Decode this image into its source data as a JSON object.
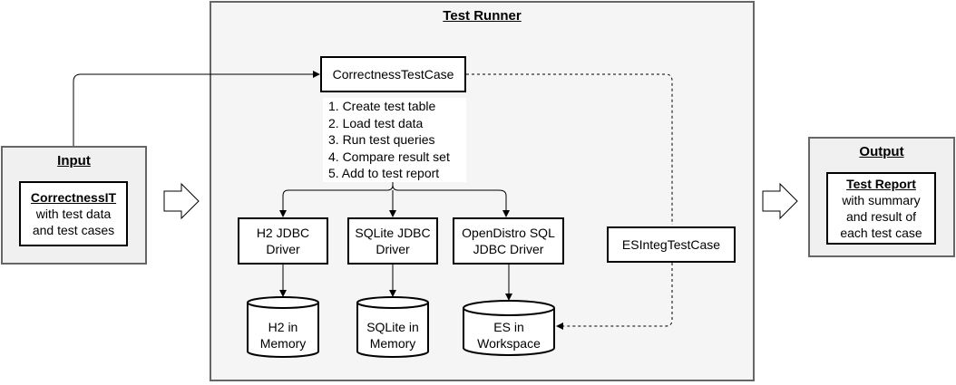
{
  "runner": {
    "title": "Test Runner"
  },
  "input": {
    "title": "Input",
    "box_title": "CorrectnessIT",
    "box_lines": [
      "with test data",
      "and test cases"
    ]
  },
  "output": {
    "title": "Output",
    "box_title": "Test Report",
    "box_lines": [
      "with summary",
      "and result of",
      "each test case"
    ]
  },
  "correctness_test_case": "CorrectnessTestCase",
  "steps": [
    "1. Create test table",
    "2. Load test data",
    "3. Run test queries",
    "4. Compare result set",
    "5. Add to test report"
  ],
  "drivers": [
    {
      "lines": [
        "H2 JDBC",
        "Driver"
      ]
    },
    {
      "lines": [
        "SQLite JDBC",
        "Driver"
      ]
    },
    {
      "lines": [
        "OpenDistro SQL",
        "JDBC Driver"
      ]
    }
  ],
  "databases": [
    {
      "lines": [
        "H2 in",
        "Memory"
      ]
    },
    {
      "lines": [
        "SQLite in",
        "Memory"
      ]
    },
    {
      "lines": [
        "ES in",
        "Workspace"
      ]
    }
  ],
  "es_integ_test_case": "ESIntegTestCase"
}
